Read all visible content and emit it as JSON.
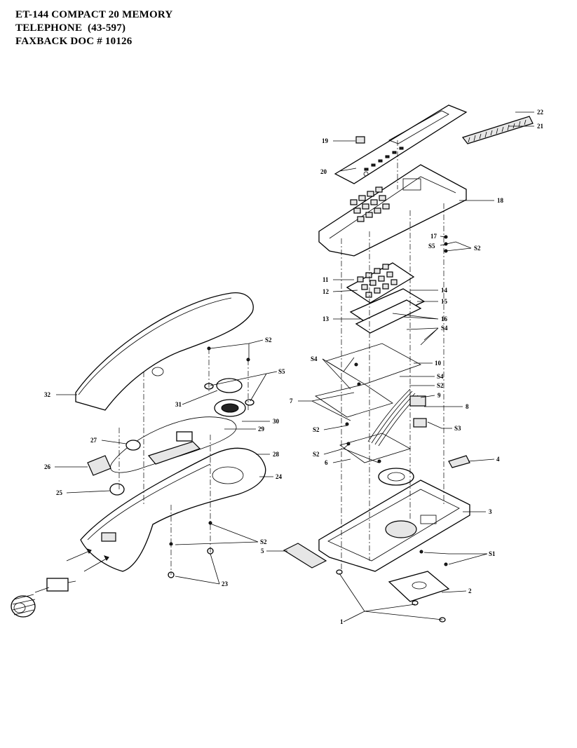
{
  "header": {
    "line1": "ET-144 COMPACT 20 MEMORY",
    "line2": "TELEPHONE  (43-597)",
    "line3": "FAXBACK DOC # 10126"
  },
  "callouts": {
    "c1": "1",
    "c2": "2",
    "c3": "3",
    "c4": "4",
    "c5": "5",
    "c6": "6",
    "c7": "7",
    "c8": "8",
    "c9": "9",
    "c10": "10",
    "c11": "11",
    "c12": "12",
    "c13": "13",
    "c14": "14",
    "c15": "15",
    "c16": "16",
    "c17": "17",
    "c18": "18",
    "c19": "19",
    "c20": "20",
    "c21": "21",
    "c22": "22",
    "c23": "23",
    "c24": "24",
    "c25": "25",
    "c26": "26",
    "c27": "27",
    "c28": "28",
    "c29": "29",
    "c30": "30",
    "c31": "31",
    "c32": "32",
    "s1": "S1",
    "s2a": "S2",
    "s2b": "S2",
    "s2c": "S2",
    "s2d": "S2",
    "s2e": "S2",
    "s2f": "S2",
    "s3": "S3",
    "s4a": "S4",
    "s4b": "S4",
    "s4c": "S4",
    "s5a": "S5",
    "s5b": "S5"
  }
}
